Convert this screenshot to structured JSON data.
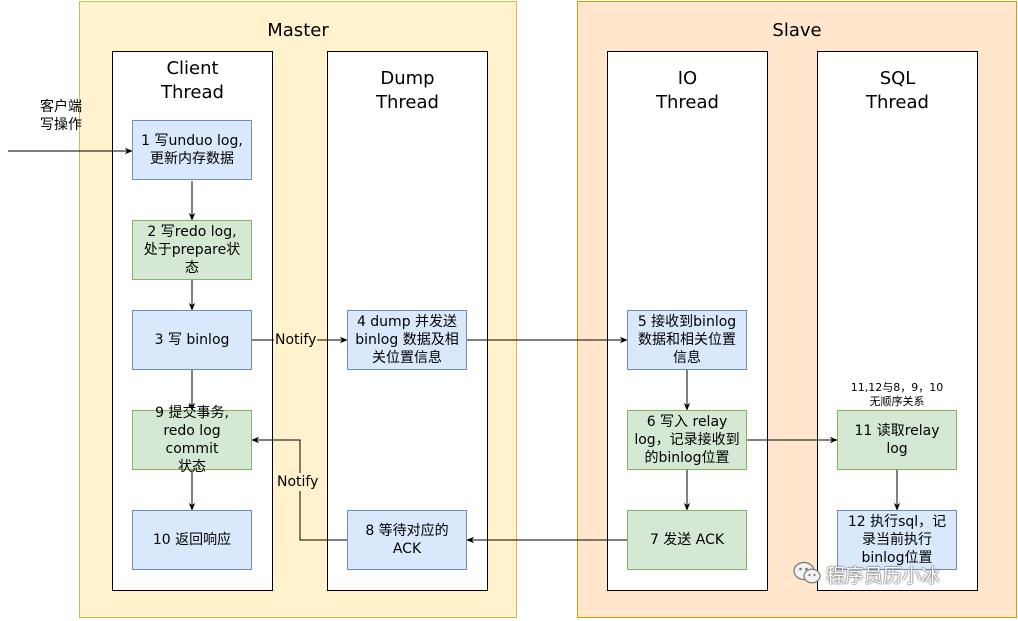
{
  "groups": {
    "master": {
      "title": "Master",
      "fill": "#fff2cc",
      "stroke": "#d6b656"
    },
    "slave": {
      "title": "Slave",
      "fill": "#ffe6cc",
      "stroke": "#d79b00"
    }
  },
  "lanes": {
    "client": {
      "title_line1": "Client",
      "title_line2": "Thread"
    },
    "dump": {
      "title_line1": "Dump",
      "title_line2": "Thread"
    },
    "io": {
      "title_line1": "IO",
      "title_line2": "Thread"
    },
    "sql": {
      "title_line1": "SQL",
      "title_line2": "Thread"
    }
  },
  "external_input": {
    "line1": "客户端",
    "line2": "写操作"
  },
  "nodes": {
    "n1": {
      "line1": "1 写unduo log,",
      "line2": "更新内存数据"
    },
    "n2": {
      "line1": "2 写redo log,",
      "line2": "处于prepare状",
      "line3": "态"
    },
    "n3": {
      "line1": "3 写 binlog"
    },
    "n9": {
      "line1": "9 提交事务,",
      "line2": "redo log commit",
      "line3": "状态"
    },
    "n10": {
      "line1": "10 返回响应"
    },
    "n4": {
      "line1": "4 dump 并发送",
      "line2": "binlog 数据及相",
      "line3": "关位置信息"
    },
    "n8": {
      "line1": "8 等待对应的",
      "line2": "ACK"
    },
    "n5": {
      "line1": "5 接收到binlog",
      "line2": "数据和相关位置",
      "line3": "信息"
    },
    "n6": {
      "line1": "6 写入 relay",
      "line2": "log，记录接收到",
      "line3": "的binlog位置"
    },
    "n7": {
      "line1": "7 发送 ACK"
    },
    "n11": {
      "line1": "11 读取relay log"
    },
    "n12": {
      "line1": "12 执行sql，记",
      "line2": "录当前执行",
      "line3": "binlog位置"
    }
  },
  "edge_labels": {
    "notify_forward": "Notify",
    "notify_back": "Notify"
  },
  "note": {
    "line1": "11,12与8，9，10",
    "line2": "无顺序关系"
  },
  "watermark": {
    "text": "程序员历小冰"
  },
  "colors": {
    "blue_fill": "#dae8fc",
    "blue_stroke": "#6c8ebf",
    "green_fill": "#d5e8d4",
    "green_stroke": "#82b366",
    "edge": "#000000"
  },
  "icons": {
    "watermark": "wechat-icon"
  }
}
